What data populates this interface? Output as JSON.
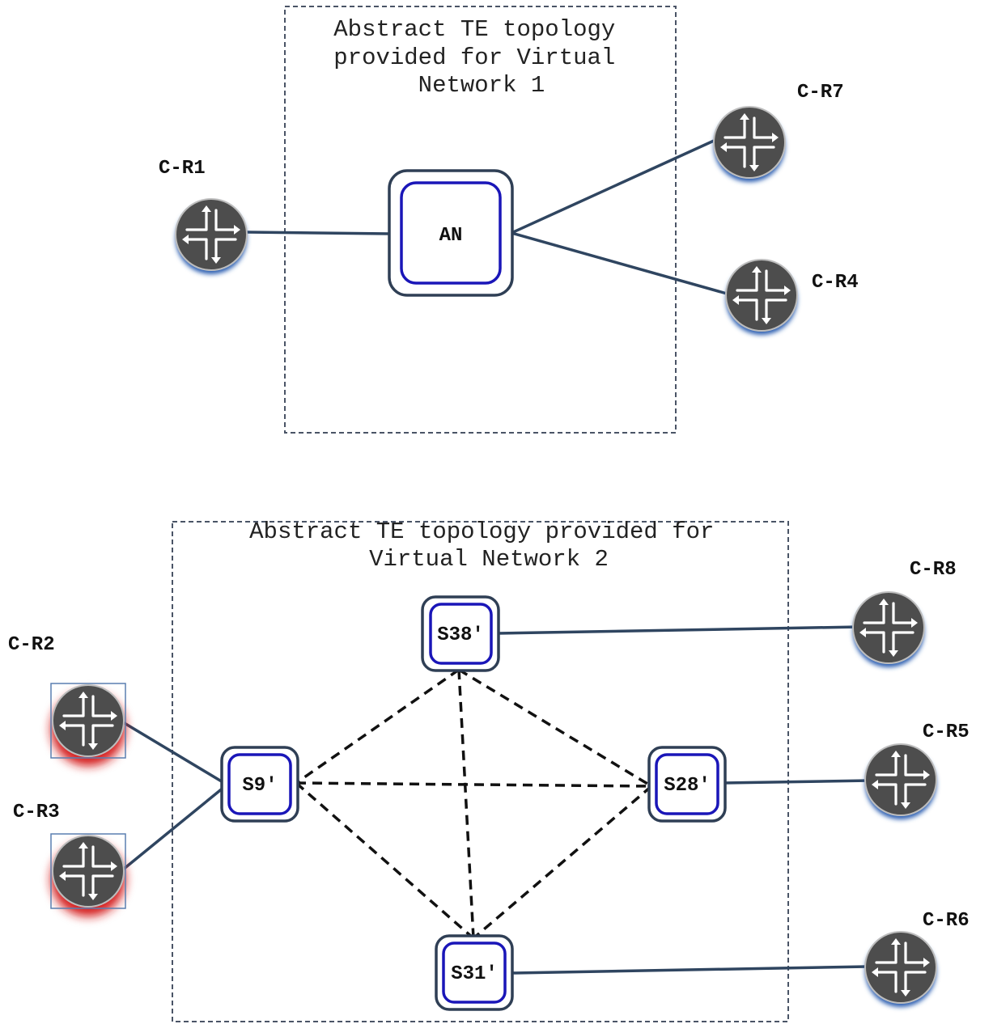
{
  "vn1": {
    "caption_lines": [
      "Abstract TE topology",
      "provided for Virtual",
      "Network 1"
    ],
    "abstract_node": "AN",
    "routers": {
      "cr1": "C-R1",
      "cr7": "C-R7",
      "cr4": "C-R4"
    }
  },
  "vn2": {
    "caption_lines": [
      "Abstract TE topology provided for",
      "Virtual Network 2"
    ],
    "nodes": {
      "s38": "S38′",
      "s9": "S9′",
      "s28": "S28′",
      "s31": "S31′"
    },
    "routers": {
      "cr8": "C-R8",
      "cr2": "C-R2",
      "cr5": "C-R5",
      "cr3": "C-R3",
      "cr6": "C-R6"
    }
  },
  "colors": {
    "router_body": "#4d4d4d",
    "router_shadow": "#2a5db0",
    "router_highlight_red": "#d41a1a",
    "node_inner_border": "#1a16b8",
    "node_outer_border": "#2f3f55",
    "link": "#2f4560",
    "virtual_link": "#111111"
  },
  "icons": {
    "router": "router-icon"
  }
}
